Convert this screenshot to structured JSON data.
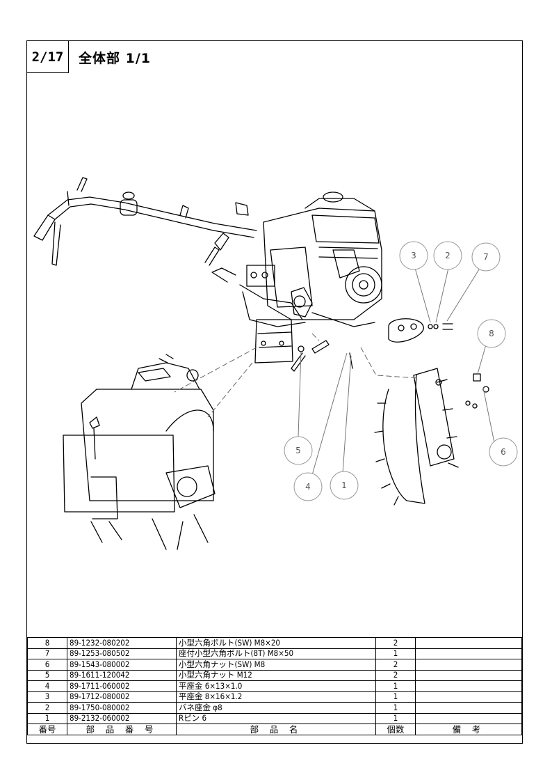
{
  "header": {
    "page_number": "2/17",
    "title": "全体部 1/1"
  },
  "callouts": [
    "1",
    "2",
    "3",
    "4",
    "5",
    "6",
    "7",
    "8"
  ],
  "parts_table": {
    "columns": [
      "番号",
      "部 品 番 号",
      "部 品 名",
      "個数",
      "備 考"
    ],
    "rows": [
      {
        "no": "8",
        "part_number": "89-1232-080202",
        "name": "小型六角ボルト(SW) M8×20",
        "qty": "2",
        "remarks": ""
      },
      {
        "no": "7",
        "part_number": "89-1253-080502",
        "name": "座付小型六角ボルト(8T) M8×50",
        "qty": "1",
        "remarks": ""
      },
      {
        "no": "6",
        "part_number": "89-1543-080002",
        "name": "小型六角ナット(SW) M8",
        "qty": "2",
        "remarks": ""
      },
      {
        "no": "5",
        "part_number": "89-1611-120042",
        "name": "小型六角ナット M12",
        "qty": "2",
        "remarks": ""
      },
      {
        "no": "4",
        "part_number": "89-1711-060002",
        "name": "平座金 6×13×1.0",
        "qty": "1",
        "remarks": ""
      },
      {
        "no": "3",
        "part_number": "89-1712-080002",
        "name": "平座金 8×16×1.2",
        "qty": "1",
        "remarks": ""
      },
      {
        "no": "2",
        "part_number": "89-1750-080002",
        "name": "バネ座金 φ8",
        "qty": "1",
        "remarks": ""
      },
      {
        "no": "1",
        "part_number": "89-2132-060002",
        "name": "Rピン 6",
        "qty": "1",
        "remarks": ""
      }
    ]
  }
}
